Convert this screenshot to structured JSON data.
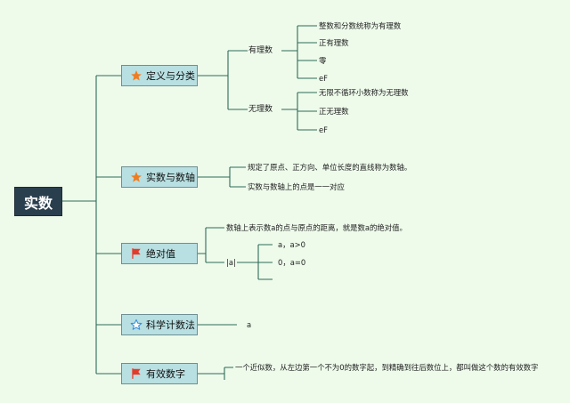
{
  "root": {
    "label": "实数"
  },
  "branches": {
    "definition": {
      "label": "定义与分类",
      "icon": "orange-star-icon",
      "rational": {
        "label": "有理数",
        "items": [
          "整数和分数统称为有理数",
          "正有理数",
          "零",
          "eF"
        ]
      },
      "irrational": {
        "label": "无理数",
        "items": [
          "无限不循环小数称为无理数",
          "正无理数",
          "eF"
        ]
      }
    },
    "number_line": {
      "label": "实数与数轴",
      "icon": "orange-star-icon",
      "items": [
        "规定了原点、正方向、单位长度的直线称为数轴。",
        "实数与数轴上的点是一一对应"
      ]
    },
    "absolute_value": {
      "label": "绝对值",
      "icon": "red-flag-icon",
      "definition": "数轴上表示数a的点与原点的距离，就是数a的绝对值。",
      "symbol": "|a|",
      "cases": [
        "a，a>0",
        "0，a=0"
      ]
    },
    "scientific_notation": {
      "label": "科学计数法",
      "icon": "blue-outline-star-icon",
      "value": "a"
    },
    "significant_digits": {
      "label": "有效数字",
      "icon": "red-flag-icon",
      "text": "一个近似数，从左边第一个不为0的数字起，到精确到往后数位上，都叫做这个数的有效数字"
    }
  },
  "colors": {
    "background": "#eefbeb",
    "connector": "#2e6b57",
    "node_fill": "#b8dfe1",
    "root_fill": "#2a3f4e",
    "star_orange": "#f07c1f",
    "flag_red": "#e33b2a",
    "star_blue": "#3a8fd8"
  }
}
